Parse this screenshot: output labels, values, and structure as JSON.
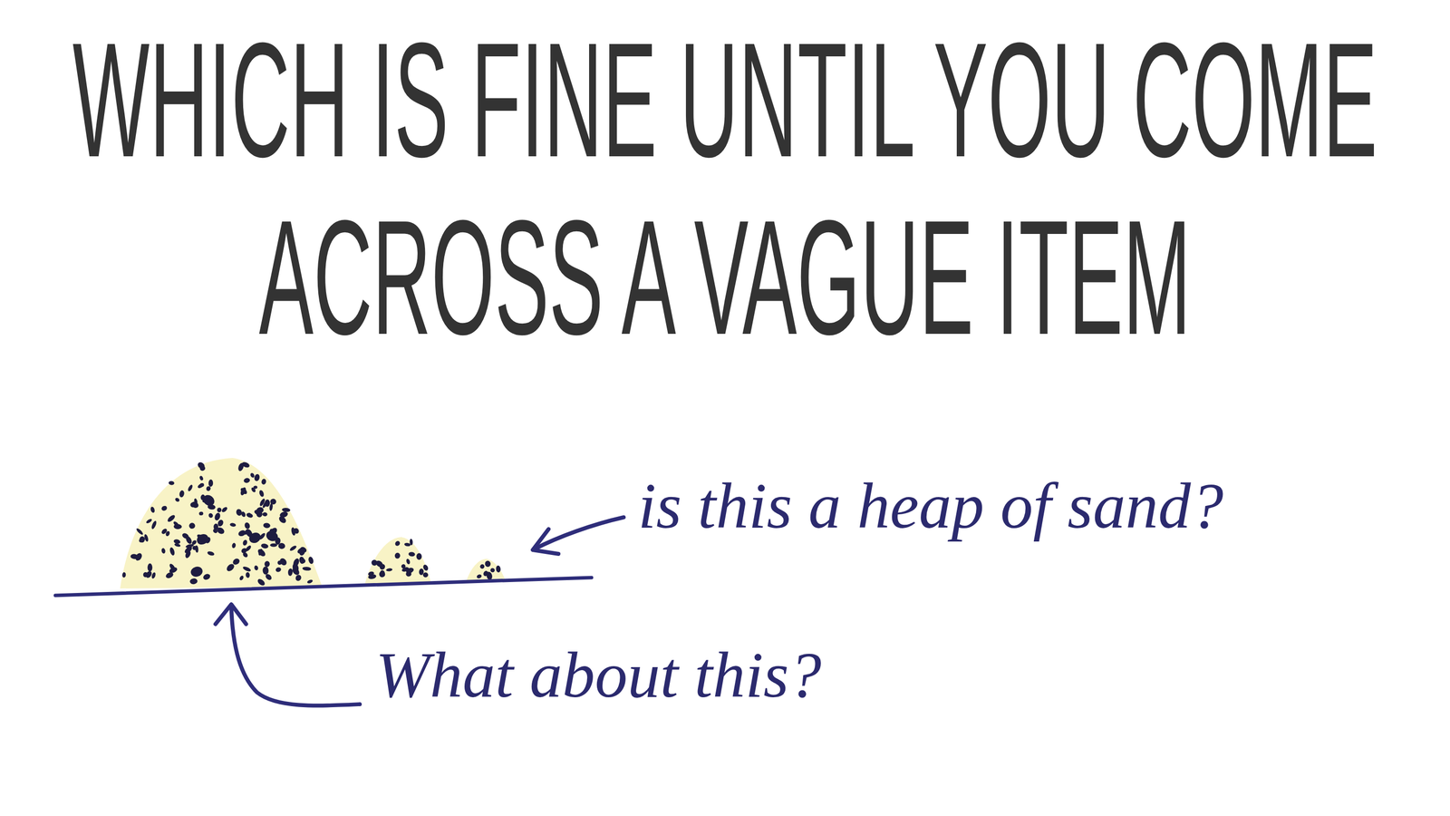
{
  "diagram": {
    "title": "WHICH IS FINE UNTIL YOU COME ACROSS A VAGUE ITEM",
    "labels": [
      "is this a heap of sand?",
      "What about this?"
    ]
  }
}
